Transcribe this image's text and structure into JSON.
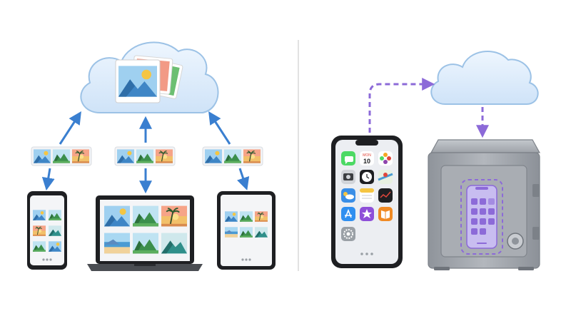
{
  "left_panel": {
    "concept": "photo-sync",
    "cloud_icon": "cloud-with-photos-icon",
    "devices": [
      "phone-icon",
      "laptop-icon",
      "tablet-icon"
    ],
    "photo_strip_icons": [
      "photo-mountain-sun-icon",
      "photo-hills-icon",
      "photo-palm-sunset-icon"
    ]
  },
  "right_panel": {
    "concept": "phone-backup-to-safe",
    "phone_date": {
      "weekday": "MON",
      "day": "10"
    },
    "safe_icon": "safe-with-phone-backup-icon"
  },
  "colors": {
    "sync_arrow": "#3a7fd0",
    "backup_arrow": "#8c6ad8",
    "cloud_fill": "#dcecfb",
    "cloud_stroke": "#9cc2e6",
    "safe_body": "#a4a8ae",
    "device_frame": "#1e1f22",
    "divider": "#cfcfcf"
  }
}
